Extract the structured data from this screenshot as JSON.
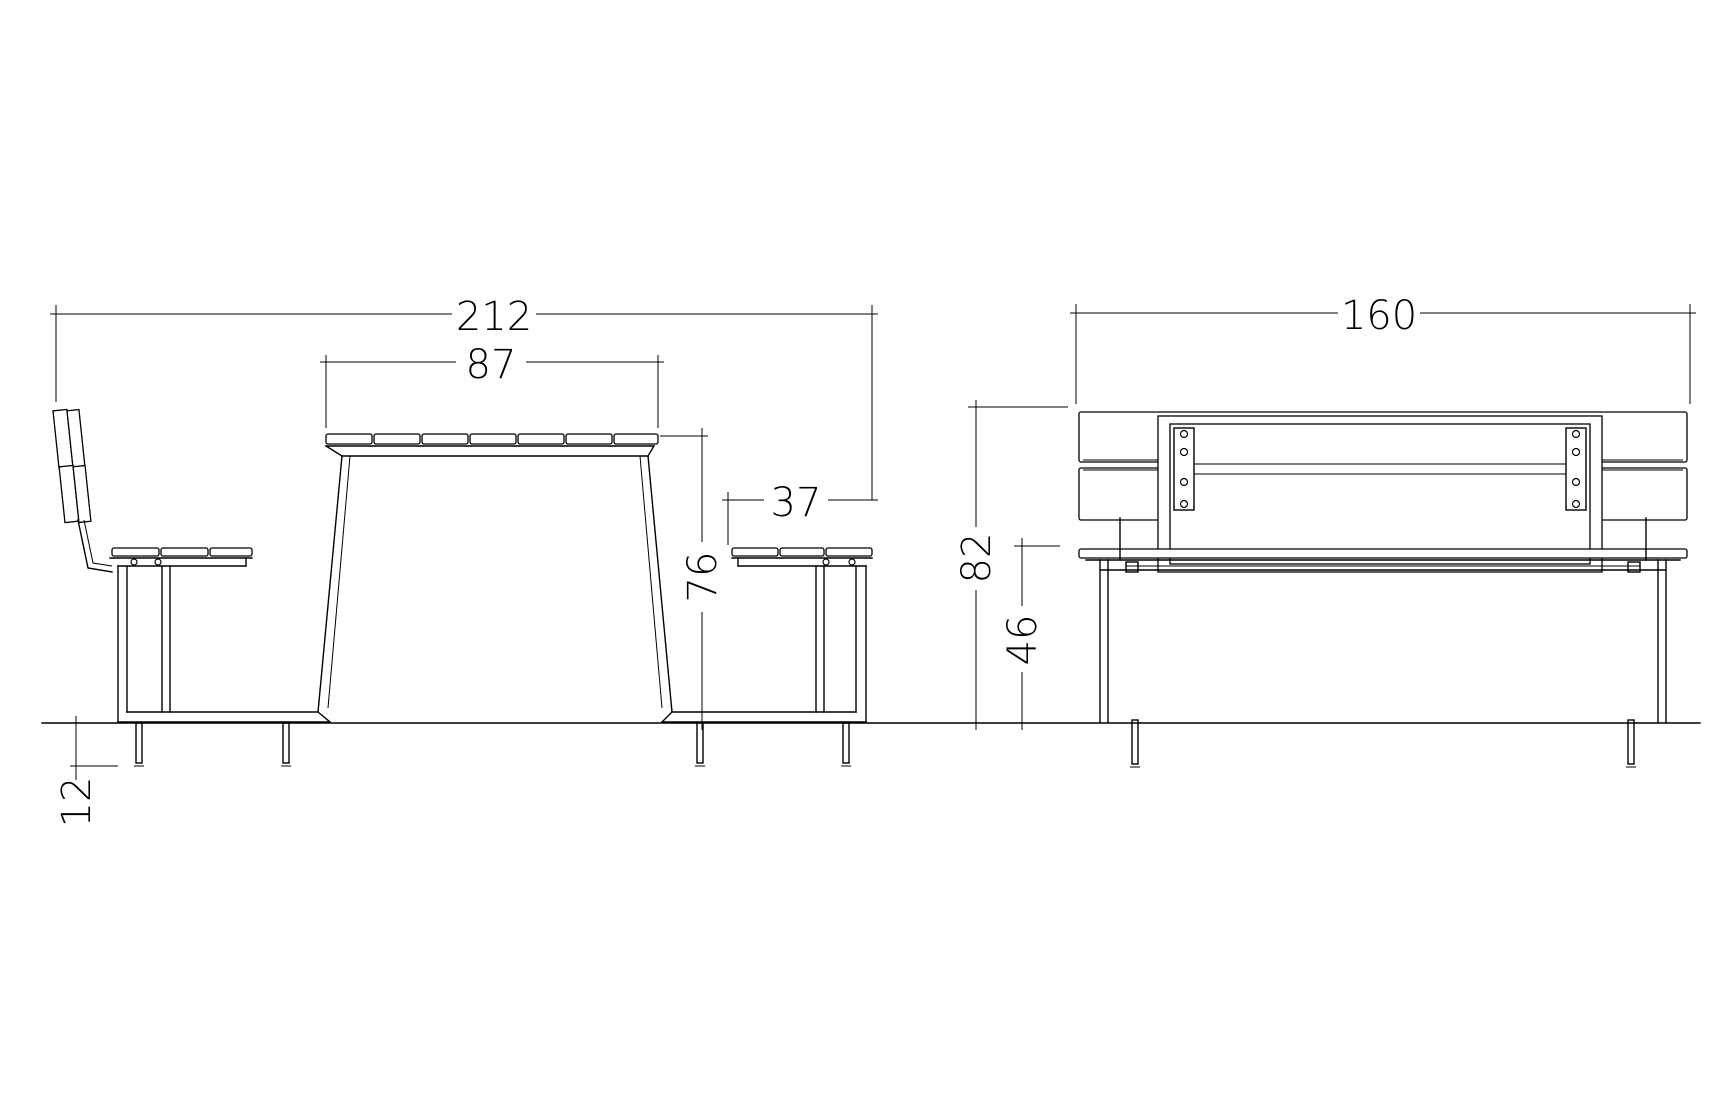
{
  "drawing": {
    "colors": {
      "line": "#000000",
      "background": "#ffffff"
    },
    "side_view": {
      "dimensions": {
        "overall_length": "212",
        "table_top_width": "87",
        "seat_depth": "37",
        "table_height": "76",
        "anchor_depth": "12"
      }
    },
    "front_view": {
      "dimensions": {
        "overall_width": "160",
        "backrest_height": "82",
        "seat_height": "46"
      }
    }
  }
}
